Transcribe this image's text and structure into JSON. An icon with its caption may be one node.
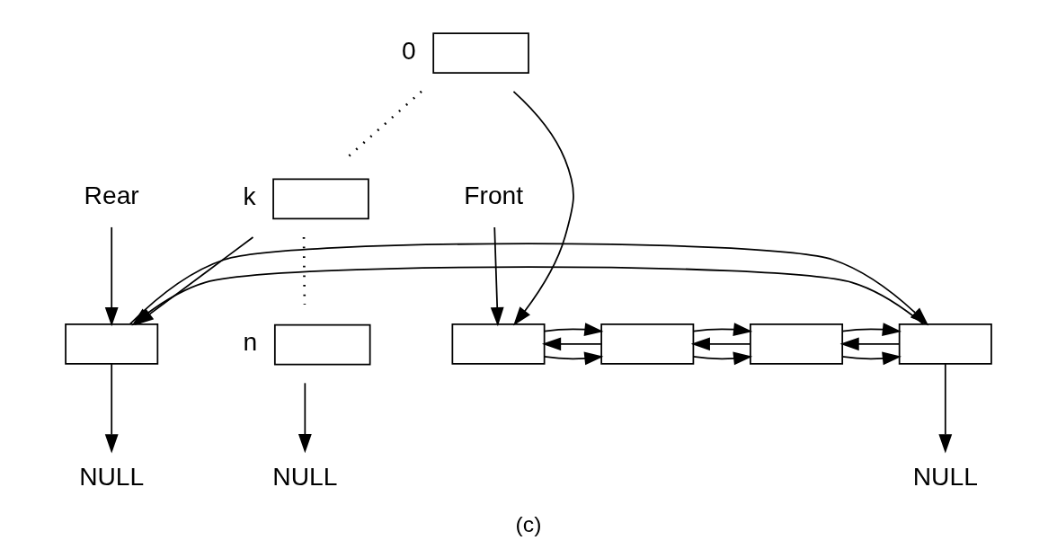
{
  "diagram": {
    "caption": "(c)",
    "nodes": [
      {
        "text": [
          "Rear"
        ]
      },
      {
        "text": [
          "Front"
        ]
      },
      {
        "text": [],
        "shape": "box"
      },
      {
        "text": [],
        "shape": "box"
      },
      {
        "text": [],
        "shape": "box"
      },
      {
        "text": [],
        "shape": "box"
      },
      {
        "text": [],
        "shape": "box"
      },
      {
        "text": [
          "NULL"
        ]
      },
      {
        "text": [
          "NULL"
        ]
      },
      {
        "text": [],
        "shape": "box",
        "beside": [
          "0"
        ]
      },
      {
        "text": [],
        "shape": "box",
        "beside": [
          "k"
        ]
      },
      {
        "text": [],
        "shape": "box",
        "beside": [
          "n"
        ]
      },
      {
        "text": [
          "NULL"
        ]
      }
    ],
    "edges": [
      {
        "from": 0,
        "to": 2,
        "arrow": "to"
      },
      {
        "from": 1,
        "to": 3,
        "arrow": "to"
      },
      {
        "from": 3,
        "to": 4,
        "arrow": "to"
      },
      {
        "from": 4,
        "to": 3,
        "arrow": "to"
      },
      {
        "from": 4,
        "to": 5,
        "arrow": "to"
      },
      {
        "from": 5,
        "to": 4,
        "arrow": "to"
      },
      {
        "from": 5,
        "to": 6,
        "arrow": "to"
      },
      {
        "from": 6,
        "to": 5,
        "arrow": "to"
      },
      {
        "from": 3,
        "to": 4,
        "arrow": "to"
      },
      {
        "from": 4,
        "to": 5,
        "arrow": "to"
      },
      {
        "from": 5,
        "to": 6,
        "arrow": "to"
      },
      {
        "from": 2,
        "to": 7,
        "arrow": "to"
      },
      {
        "from": 6,
        "to": 8,
        "arrow": "to"
      },
      {
        "from": 6,
        "to": 2,
        "arrow": "to"
      },
      {
        "from": 2,
        "to": 6,
        "arrow": "to"
      },
      {
        "from": 9,
        "to": 3,
        "arrow": "to"
      },
      {
        "from": 10,
        "to": 2,
        "arrow": "to"
      },
      {
        "from": 11,
        "to": 12,
        "arrow": "to"
      },
      {
        "from": 9,
        "to": 10,
        "arrow": "none",
        "style": "dashed"
      },
      {
        "from": 10,
        "to": 11,
        "arrow": "none",
        "style": "dashed"
      }
    ]
  }
}
